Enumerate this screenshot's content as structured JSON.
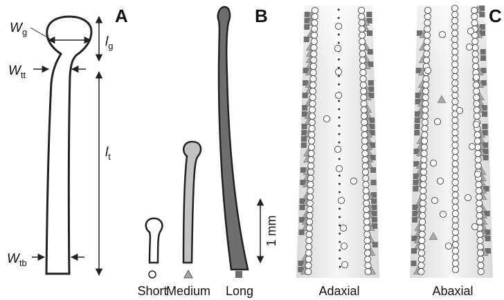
{
  "panels": {
    "a": "A",
    "b": "B",
    "c": "C"
  },
  "panel_a": {
    "w": "W",
    "l": "l",
    "sub_g": "g",
    "sub_tt": "tt",
    "sub_t": "t",
    "sub_tb": "tb"
  },
  "panel_b": {
    "scale_label": "1 mm",
    "legend": [
      {
        "label": "Short",
        "marker": "circle",
        "color": "#ffffff"
      },
      {
        "label": "Medium",
        "marker": "triangle",
        "color": "#a8a8a8"
      },
      {
        "label": "Long",
        "marker": "square",
        "color": "#6e6e6e"
      }
    ],
    "hair_colors": {
      "short": "#ffffff",
      "medium": "#c2c2c2",
      "long": "#6e6e6e"
    }
  },
  "panel_c": {
    "labels": [
      "Adaxial",
      "Abaxial"
    ]
  },
  "colors": {
    "outline": "#222222",
    "leaf_fill": "#e6e6e6",
    "triangle_fill": "#a8a8a8",
    "square_fill": "#6e6e6e"
  }
}
